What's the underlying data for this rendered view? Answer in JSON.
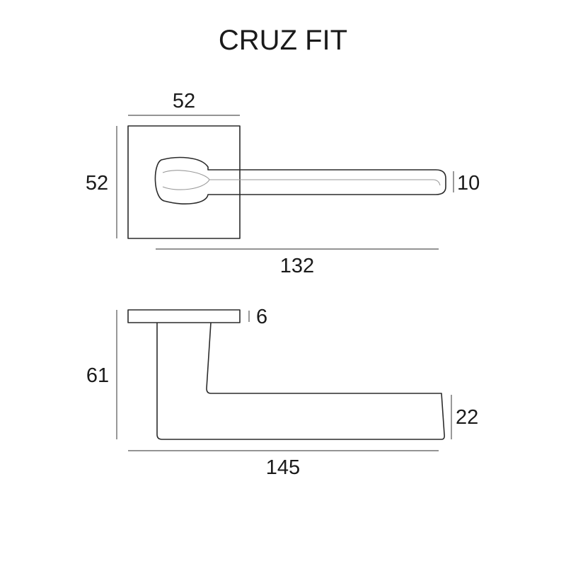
{
  "title": "CRUZ FIT",
  "top_view": {
    "rose_width": "52",
    "rose_height": "52",
    "lever_length": "132",
    "lever_thickness": "10"
  },
  "side_view": {
    "rose_depth": "6",
    "projection": "61",
    "overall_length": "145",
    "grip_height": "22"
  }
}
